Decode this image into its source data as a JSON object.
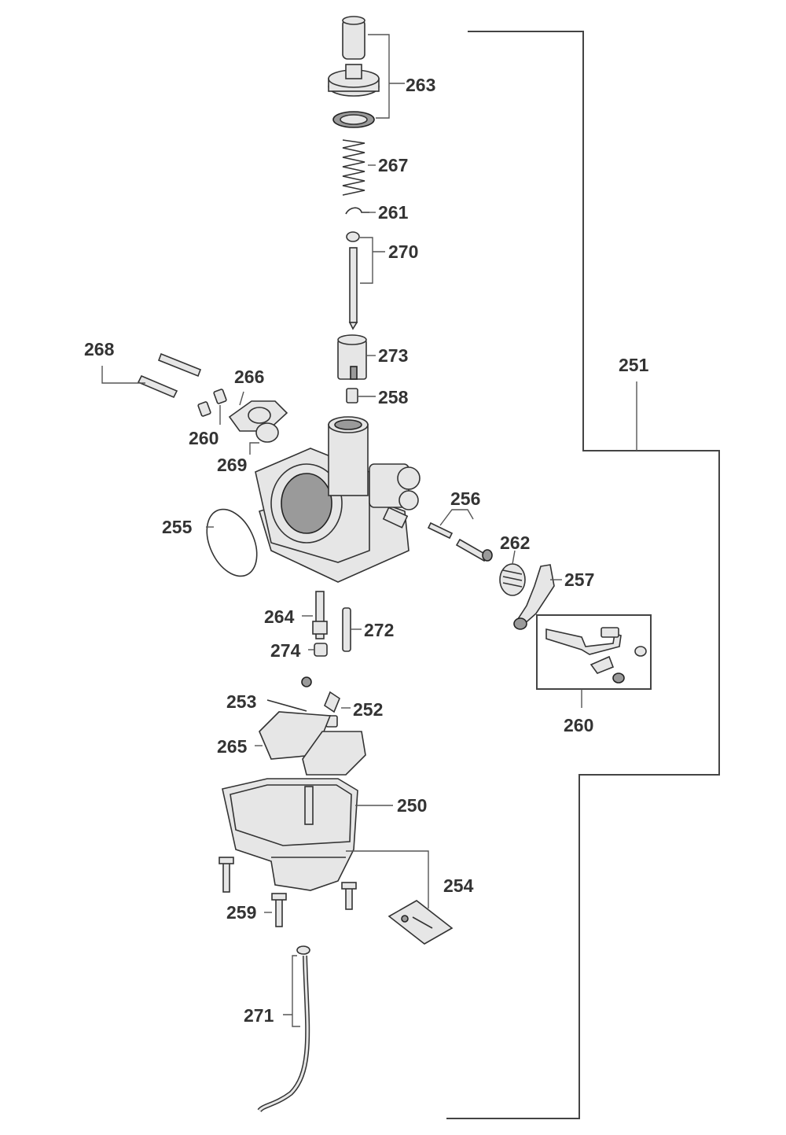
{
  "diagram": {
    "callouts": {
      "c263": "263",
      "c267": "267",
      "c261": "261",
      "c270": "270",
      "c273": "273",
      "c258": "258",
      "c268": "268",
      "c266": "266",
      "c260a": "260",
      "c269": "269",
      "c251": "251",
      "c255": "255",
      "c256": "256",
      "c262": "262",
      "c257": "257",
      "c264": "264",
      "c272": "272",
      "c274": "274",
      "c253": "253",
      "c252": "252",
      "c265": "265",
      "c260b": "260",
      "c250": "250",
      "c254": "254",
      "c259": "259",
      "c271": "271"
    }
  }
}
